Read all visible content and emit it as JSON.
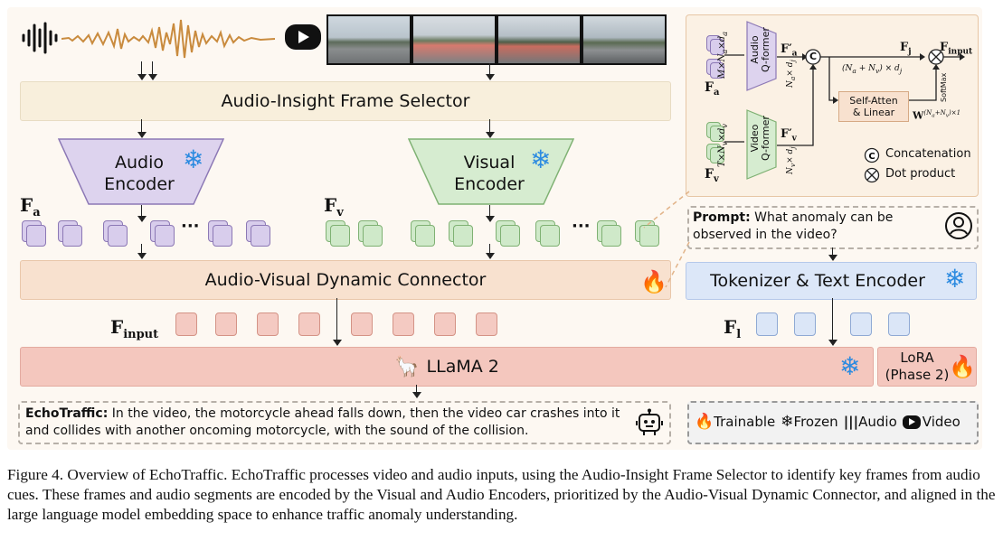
{
  "top": {
    "selector_label": "Audio-Insight Frame Selector",
    "audio_encoder_label": "Audio\nEncoder",
    "visual_encoder_label": "Visual\nEncoder",
    "connector_label": "Audio-Visual Dynamic Connector",
    "llama_label": "LLaMA 2",
    "tokenizer_label": "Tokenizer & Text Encoder",
    "lora_label": "LoRA\n(Phase 2)"
  },
  "labels": {
    "fa": "F",
    "fa_sub": "a",
    "fv": "F",
    "fv_sub": "v",
    "finput": "F",
    "finput_sub": "input",
    "fl": "F",
    "fl_sub": "l",
    "ellipsis": "···"
  },
  "prompt": {
    "prefix": "Prompt:",
    "text": " What anomaly can be observed in the video?"
  },
  "answer": {
    "prefix": "EchoTraffic:",
    "text": " In the video, the motorcycle ahead falls down,  then the video car crashes into it and collides with another oncoming motorcycle, with the sound of the collision."
  },
  "inset": {
    "audio_qformer": "Audio\nQ-former",
    "video_qformer": "Video\nQ-former",
    "fa": "F",
    "fa_sub": "a",
    "fv": "F",
    "fv_sub": "v",
    "fa_prime": "F′",
    "fa_prime_sub": "a",
    "fv_prime": "F′",
    "fv_prime_sub": "v",
    "dim_a_in": "M×N",
    "dim_a_in_sub": "a",
    "dim_a_in_tail": "×d",
    "dim_a_in_tail_sub": "a",
    "dim_v_in": "T×N",
    "dim_v_in_sub": "v",
    "dim_v_in_tail": "×d",
    "dim_v_in_tail_sub": "v",
    "dim_a_out": "N",
    "dim_a_out_sub": "a",
    "dim_a_out_tail": "× d",
    "dim_a_out_tail_sub": "j",
    "dim_v_out": "N",
    "dim_v_out_sub": "v",
    "dim_v_out_tail": "× d",
    "dim_v_out_tail_sub": "j",
    "concat_symbol": "C",
    "concat_dim": "(N",
    "concat_dim_sub1": "a",
    "concat_dim_mid": " + N",
    "concat_dim_sub2": "v",
    "concat_dim_tail": ") × d",
    "concat_dim_sub3": "j",
    "fj": "F",
    "fj_sub": "j",
    "finput": "F",
    "finput_sub": "input",
    "selfatten": "Self-Atten\n& Linear",
    "w_label": "W",
    "w_sup": "(N",
    "w_sup_a": "a",
    "w_sup_mid": "+N",
    "w_sup_v": "v",
    "w_sup_tail": ")×1",
    "softmax": "SoftMax",
    "legend_concat": "Concatenation",
    "legend_dot": "Dot product"
  },
  "legend": {
    "trainable": "Trainable",
    "frozen": "Frozen",
    "audio": "Audio",
    "video": "Video"
  },
  "caption": "Figure 4. Overview of EchoTraffic. EchoTraffic processes video and audio inputs, using the Audio-Insight Frame Selector to identify key frames from audio cues. These frames and audio segments are encoded by the Visual and Audio Encoders, prioritized by the Audio-Visual Dynamic Connector, and aligned in the large language model embedding space to enhance traffic anomaly understanding.",
  "colors": {
    "audio": "#d8cdec",
    "visual": "#cfe9c9",
    "input_token": "#f4cac2",
    "text_token": "#dbe6f7",
    "selector": "#f8efdc",
    "connector": "#f8e1cf",
    "llama": "#f4c7be",
    "tokenizer": "#dce7f8",
    "frozen": "#2d8be0",
    "trainable": "#e23b1c"
  }
}
